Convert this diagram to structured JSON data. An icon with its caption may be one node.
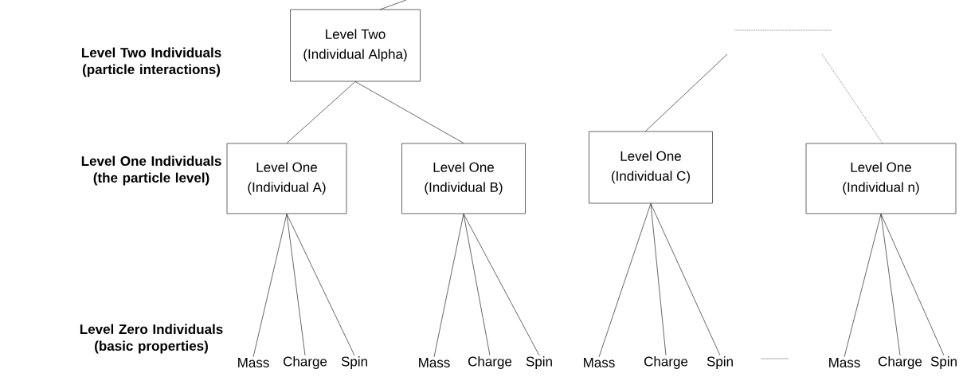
{
  "diagram": {
    "nodes": [
      {
        "text": [
          "Level Two",
          "(Individual Alpha)"
        ]
      },
      {
        "text": [
          "Level One",
          "(Individual A)"
        ]
      },
      {
        "text": [
          "Level One",
          "(Individual B)"
        ]
      },
      {
        "text": [
          "Level One",
          "(Individual C)"
        ]
      },
      {
        "text": [
          "Level One",
          "(Individual n)"
        ]
      },
      {
        "text": [
          "Mass"
        ]
      },
      {
        "text": [
          "Charge"
        ]
      },
      {
        "text": [
          "Spin"
        ]
      },
      {
        "text": [
          "Mass"
        ]
      },
      {
        "text": [
          "Charge"
        ]
      },
      {
        "text": [
          "Spin"
        ]
      },
      {
        "text": [
          "Mass"
        ]
      },
      {
        "text": [
          "Charge"
        ]
      },
      {
        "text": [
          "Spin"
        ]
      },
      {
        "text": [
          "Mass"
        ]
      },
      {
        "text": [
          "Charge"
        ]
      },
      {
        "text": [
          "Spin"
        ]
      }
    ],
    "edges": [
      {
        "from": 0,
        "to": null,
        "arrow": "none"
      },
      {
        "from": 0,
        "to": 1,
        "arrow": "none"
      },
      {
        "from": 0,
        "to": 2,
        "arrow": "none"
      },
      {
        "from": 3,
        "to": null,
        "arrow": "none"
      },
      {
        "from": 4,
        "to": null,
        "arrow": "none",
        "style": "dashed"
      },
      {
        "from": 1,
        "to": 5,
        "arrow": "none"
      },
      {
        "from": 1,
        "to": 6,
        "arrow": "none"
      },
      {
        "from": 1,
        "to": 7,
        "arrow": "none"
      },
      {
        "from": 2,
        "to": 8,
        "arrow": "none"
      },
      {
        "from": 2,
        "to": 9,
        "arrow": "none"
      },
      {
        "from": 2,
        "to": 10,
        "arrow": "none"
      },
      {
        "from": 3,
        "to": 11,
        "arrow": "none"
      },
      {
        "from": 3,
        "to": 12,
        "arrow": "none"
      },
      {
        "from": 3,
        "to": 13,
        "arrow": "none"
      },
      {
        "from": 4,
        "to": 14,
        "arrow": "none"
      },
      {
        "from": 4,
        "to": 15,
        "arrow": "none"
      },
      {
        "from": 4,
        "to": 16,
        "arrow": "none"
      }
    ],
    "labels": [
      "Level Two Individuals (particle interactions)",
      "Level One Individuals (the particle level)",
      "Level Zero Individuals (basic properties)"
    ]
  }
}
